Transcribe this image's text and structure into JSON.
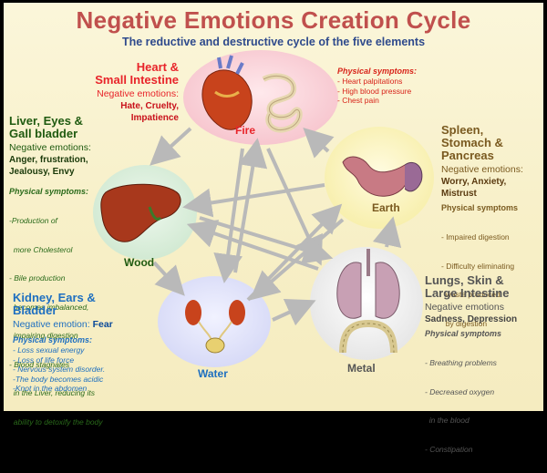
{
  "title": "Negative Emotions Creation Cycle",
  "subtitle": "The reductive and destructive cycle of the five elements",
  "colors": {
    "title": "#c0504d",
    "subtitle": "#2e4a8c",
    "fire": "#e8242a",
    "wood": "#1f5a10",
    "water": "#1e6fc0",
    "earth": "#7a5a20",
    "metal": "#555555",
    "arrow": "#b9b9b9"
  },
  "fire": {
    "element": "Fire",
    "organs": [
      "Heart &",
      "Small Intestine"
    ],
    "negative_label": "Negative emotions:",
    "negative_values": [
      "Hate, Cruelty,",
      "Impatience"
    ],
    "physical_label": "Physical symptoms:",
    "symptoms": [
      "- Heart palpitations",
      "- High blood pressure",
      "- Chest pain"
    ]
  },
  "wood": {
    "element": "Wood",
    "organs": [
      "Liver, Eyes  &",
      "Gall bladder"
    ],
    "negative_label": "Negative emotions:",
    "negative_values": [
      "Anger, frustration,",
      "Jealousy, Envy"
    ],
    "physical_label": "Physical symptoms:",
    "symptoms": [
      "-Production of",
      "  more Cholesterol",
      "- Bile production",
      "  becomes imbalanced,",
      "  impairing digestion",
      "- Blood stagnates",
      "  in the Liver, reducing its",
      "  ability to detoxify the body"
    ]
  },
  "earth": {
    "element": "Earth",
    "organs": [
      "Spleen,",
      "Stomach &",
      "Pancreas"
    ],
    "negative_label": "Negative emotions:",
    "negative_values": [
      "Worry, Anxiety,",
      "Mistrust"
    ],
    "physical_label": "Physical symptoms",
    "symptoms": [
      "- Impaired digestion",
      "- Difficulty eliminating",
      "  waste produced",
      "  by digestion"
    ]
  },
  "water": {
    "element": "Water",
    "organs": [
      "Kidney, Ears &",
      "Bladder"
    ],
    "negative_label": "Negative emotion:",
    "negative_value": "Fear",
    "physical_label": "Physical symptoms:",
    "symptoms": [
      "- Loss sexual energy",
      "- Loss of life force",
      "- Nervous system disorder.",
      "-The body becomes acidic",
      "-Knot in the abdomen"
    ]
  },
  "metal": {
    "element": "Metal",
    "organs": [
      "Lungs, Skin &",
      "Large Intestine"
    ],
    "negative_label": "Negative emotions",
    "negative_values": [
      "Sadness,  Depression"
    ],
    "physical_label": "Physical symptoms",
    "symptoms": [
      "- Breathing problems",
      "- Decreased oxygen",
      "  in the blood",
      "- Constipation"
    ]
  }
}
